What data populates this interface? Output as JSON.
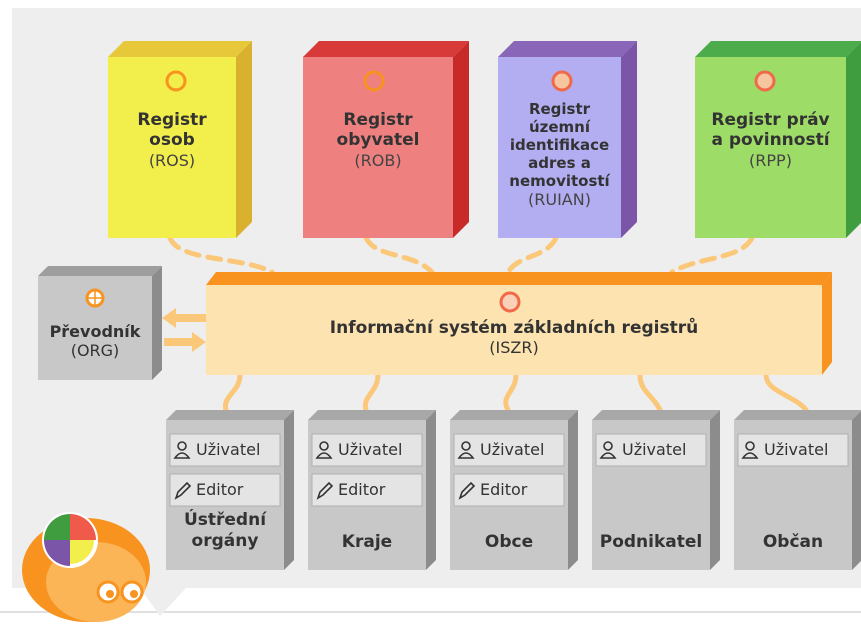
{
  "registers": [
    {
      "key": "ros",
      "title": "Registr\nosob",
      "abbr": "(ROS)",
      "color": "#f2ee4c",
      "side": "#d9b12f",
      "top": "#e6c83a"
    },
    {
      "key": "rob",
      "title": "Registr\nobyvatel",
      "abbr": "(ROB)",
      "color": "#ef8080",
      "side": "#c82a2a",
      "top": "#d83a3a"
    },
    {
      "key": "ruian",
      "title": "Registr územní\nidentifikace\nadres a\nnemovitostí",
      "abbr": "(RUIAN)",
      "color": "#b3aef2",
      "side": "#7a55a8",
      "top": "#8a66b8"
    },
    {
      "key": "rpp",
      "title": "Registr práv\na povinností",
      "abbr": "(RPP)",
      "color": "#9ddc66",
      "side": "#3f9c3f",
      "top": "#4cac4c"
    }
  ],
  "iszr": {
    "title": "Informační systém základních registrů",
    "abbr": "(ISZR)"
  },
  "org": {
    "title": "Převodník",
    "abbr": "(ORG)"
  },
  "categories": [
    {
      "key": "ustredni",
      "label": "Ústřední\norgány",
      "roles": [
        "Uživatel",
        "Editor"
      ]
    },
    {
      "key": "kraje",
      "label": "Kraje",
      "roles": [
        "Uživatel",
        "Editor"
      ]
    },
    {
      "key": "obce",
      "label": "Obce",
      "roles": [
        "Uživatel",
        "Editor"
      ]
    },
    {
      "key": "podnikatel",
      "label": "Podnikatel",
      "roles": [
        "Uživatel"
      ]
    },
    {
      "key": "obcan",
      "label": "Občan",
      "roles": [
        "Uživatel"
      ]
    }
  ],
  "colors": {
    "background_panel": "#eeeeee",
    "connector": "#fbc87a",
    "iszr_front": "#fde3b0",
    "iszr_edge": "#f7931e",
    "gray_box": "#c8c8c8",
    "gray_side": "#8c8c8c"
  },
  "icons": {
    "user": "user-icon",
    "editor": "pencil-icon",
    "mascot": "mascot-icon",
    "ring": "ring-icon"
  }
}
